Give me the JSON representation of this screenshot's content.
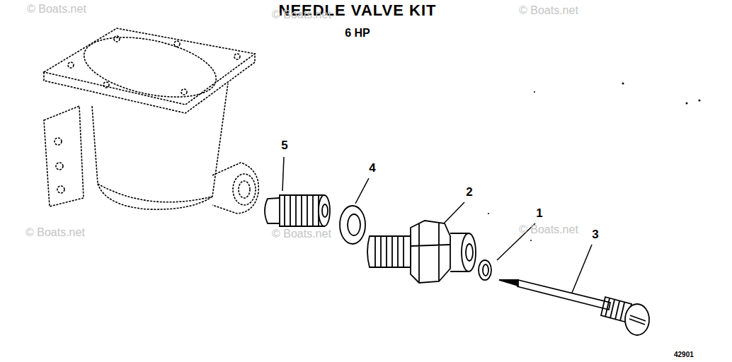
{
  "diagram": {
    "title": "NEEDLE VALVE KIT",
    "labels": [
      "© Boats.net",
      "© Boats.net",
      "© Boats.net",
      "© Boats.net",
      "© Boats.net",
      "© Boats.net",
      "6 HP",
      "5",
      "4",
      "2",
      "1",
      "3",
      "42901"
    ]
  }
}
